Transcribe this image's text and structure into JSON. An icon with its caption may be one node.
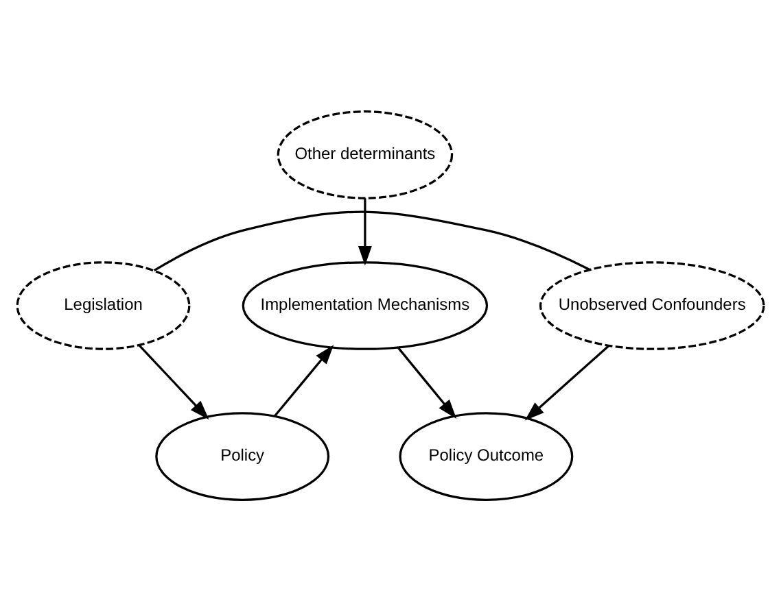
{
  "diagram": {
    "nodes": [
      {
        "text": [
          "Other determinants"
        ]
      },
      {
        "text": [
          "Legislation"
        ]
      },
      {
        "text": [
          "Unobserved Confounders"
        ]
      },
      {
        "text": [
          "Policy"
        ]
      },
      {
        "text": [
          "Implementation Mechanisms"
        ]
      },
      {
        "text": [
          "Policy Outcome"
        ]
      }
    ],
    "edges": [
      {
        "from": 1,
        "to": 2,
        "arrow": "none"
      },
      {
        "from": 1,
        "to": 3,
        "arrow": "to"
      },
      {
        "from": 0,
        "to": 4,
        "arrow": "to"
      },
      {
        "from": 2,
        "to": 5,
        "arrow": "to"
      },
      {
        "from": 3,
        "to": 4,
        "arrow": "to"
      },
      {
        "from": 4,
        "to": 5,
        "arrow": "to"
      }
    ]
  }
}
